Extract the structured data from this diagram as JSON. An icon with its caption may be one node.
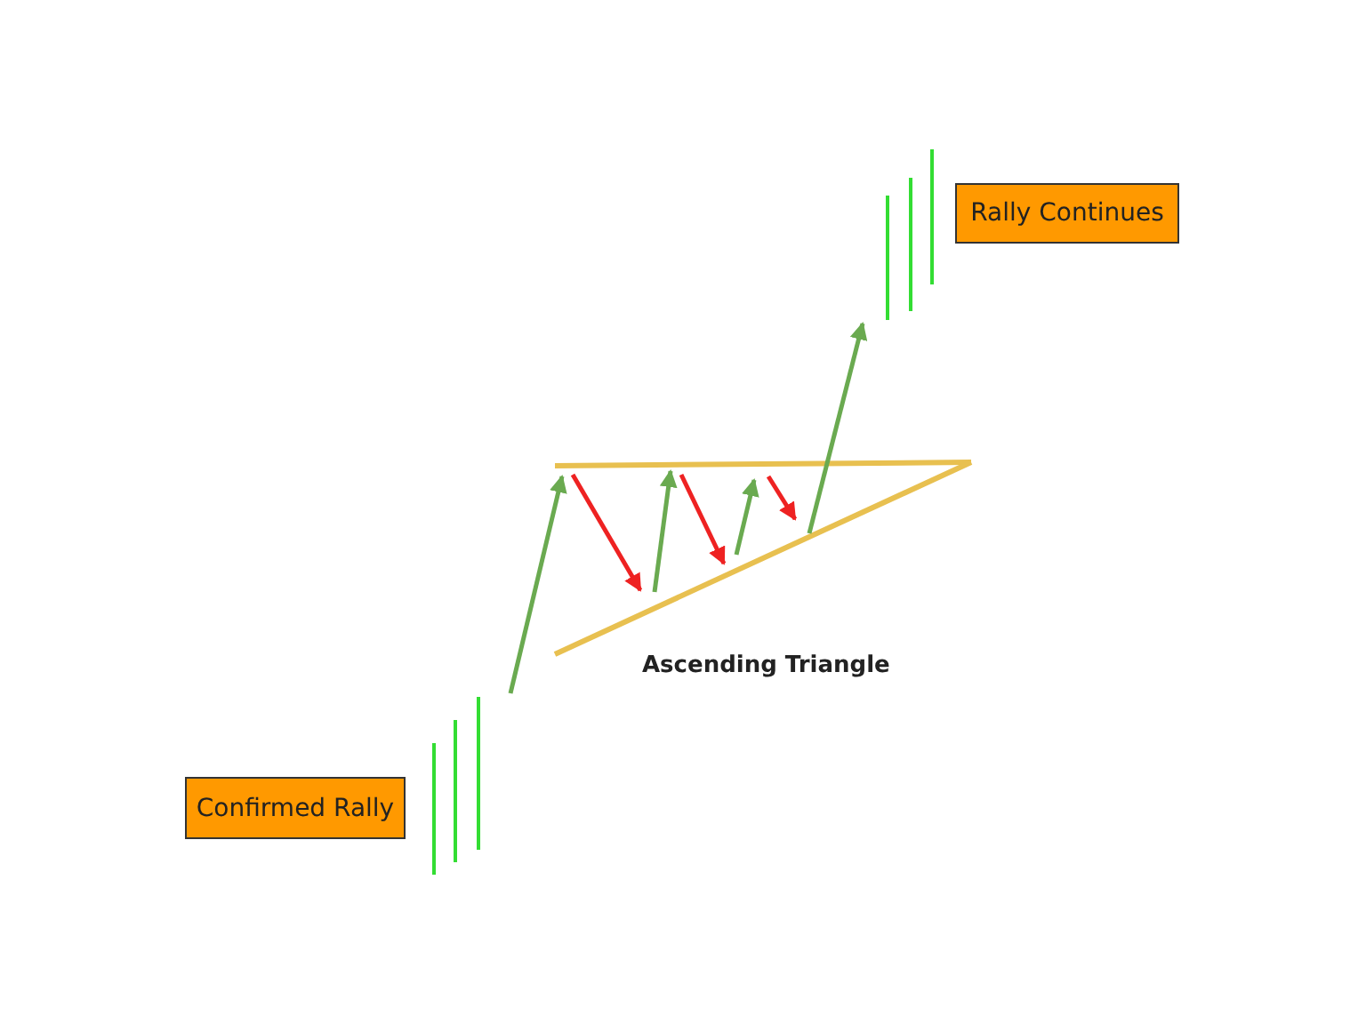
{
  "diagram": {
    "nodes": [
      {
        "text": [
          "Confirmed Rally"
        ]
      },
      {
        "text": [
          "Rally Continues"
        ]
      }
    ],
    "labels": [
      "Ascending Triangle"
    ]
  }
}
